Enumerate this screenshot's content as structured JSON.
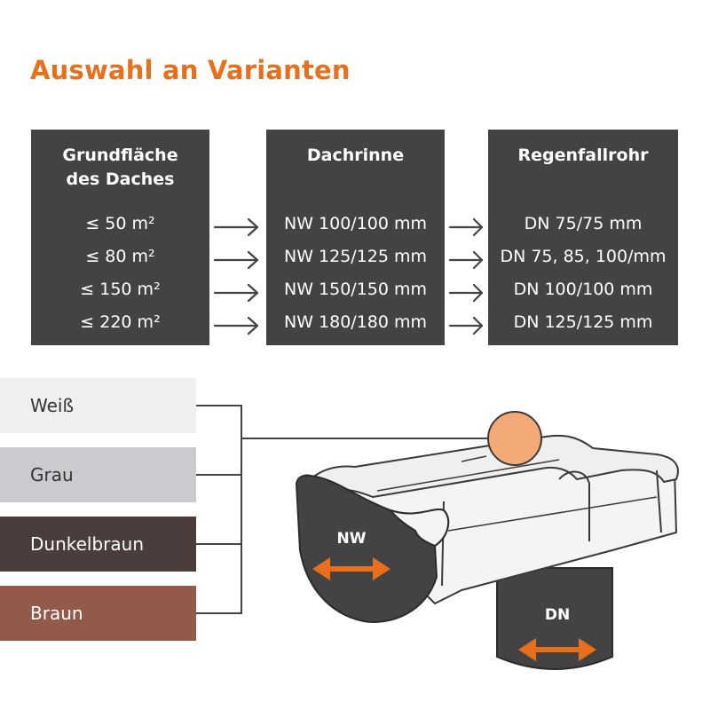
{
  "title": "Auswahl an Varianten",
  "table": {
    "columns": [
      {
        "header": "Grundfläche des Daches",
        "values": [
          "≤ 50  m²",
          "≤ 80  m²",
          "≤ 150  m²",
          "≤ 220  m²"
        ]
      },
      {
        "header": "Dachrinne",
        "values": [
          "NW 100/100 mm",
          "NW 125/125 mm",
          "NW 150/150 mm",
          "NW 180/180 mm"
        ]
      },
      {
        "header": "Regenfallrohr",
        "values": [
          "DN 75/75 mm",
          "DN 75, 85, 100/mm",
          "DN 100/100 mm",
          "DN 125/125 mm"
        ]
      }
    ]
  },
  "colors_list": [
    {
      "label": "Weiß",
      "color": "#efefef",
      "text_color": "#333333"
    },
    {
      "label": "Grau",
      "color": "#cacacf",
      "text_color": "#333333"
    },
    {
      "label": "Dunkelbraun",
      "color": "#4b3d3b",
      "text_color": "#ffffff"
    },
    {
      "label": "Braun",
      "color": "#93594a",
      "text_color": "#ffffff"
    }
  ],
  "illustration": {
    "gutter_label": "NW",
    "pipe_label": "DN"
  },
  "accent_color": "#e8701d",
  "box_color": "#434343"
}
